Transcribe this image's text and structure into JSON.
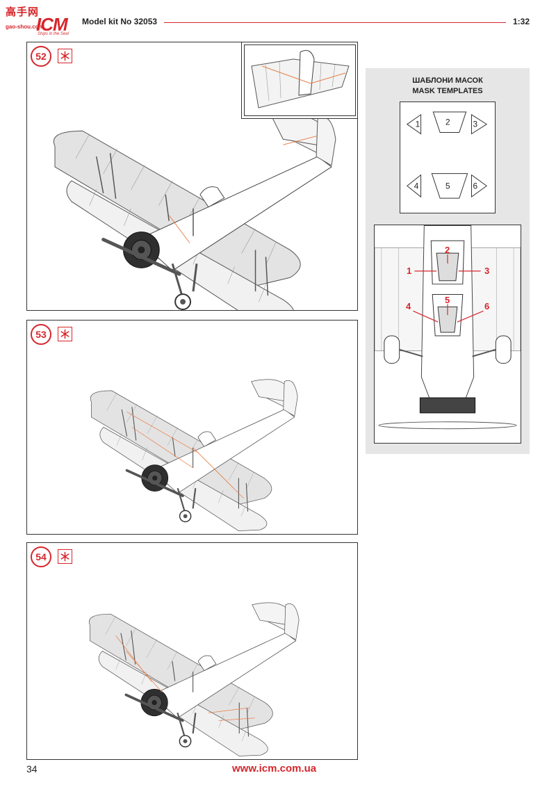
{
  "header": {
    "logo_watermark": "高手网",
    "logo_brand": "ICM",
    "logo_url": "gao-shou.com",
    "logo_tagline": "Ships in the Sea!",
    "kit_title": "Model kit No 32053",
    "scale": "1:32"
  },
  "steps": [
    {
      "number": "52",
      "glue_icon": "cement-glue-icon",
      "has_inset": true
    },
    {
      "number": "53",
      "glue_icon": "cement-glue-icon",
      "has_inset": false
    },
    {
      "number": "54",
      "glue_icon": "cement-glue-icon",
      "has_inset": false
    }
  ],
  "masks": {
    "title_ua": "ШАБЛОНИ МАСОК",
    "title_en": "MASK TEMPLATES",
    "templates": [
      "1",
      "2",
      "3",
      "4",
      "5",
      "6"
    ],
    "callouts": [
      "1",
      "2",
      "3",
      "4",
      "5",
      "6"
    ]
  },
  "colors": {
    "accent": "#d6262b",
    "panel_bg": "#e6e6e6",
    "rigging": "#e8804a"
  },
  "footer": {
    "page_number": "34",
    "website": "www.icm.com.ua"
  }
}
